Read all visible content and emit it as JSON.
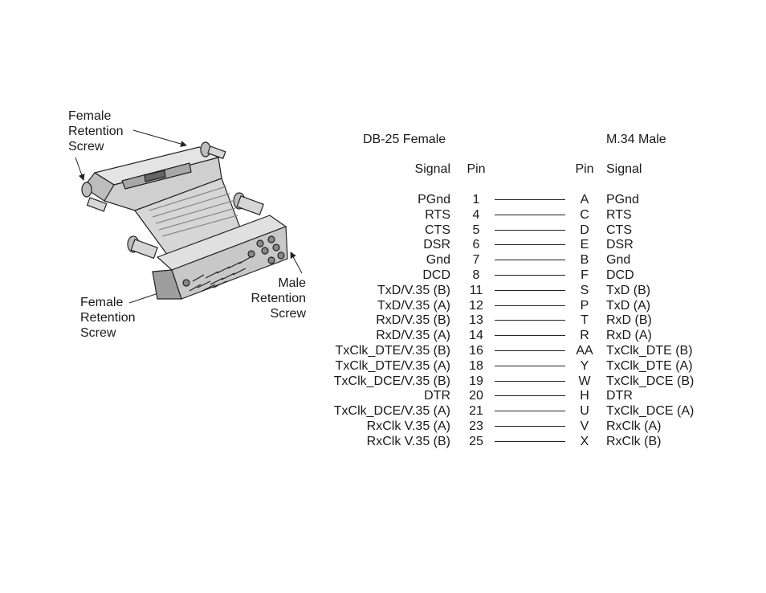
{
  "callouts": {
    "female_top": [
      "Female",
      "Retention",
      "Screw"
    ],
    "male": [
      "Male",
      "Retention",
      "Screw"
    ],
    "female_bottom": [
      "Female",
      "Retention",
      "Screw"
    ]
  },
  "table": {
    "left_title": "DB-25 Female",
    "right_title": "M.34 Male",
    "left_signal_header": "Signal",
    "left_pin_header": "Pin",
    "right_pin_header": "Pin",
    "right_signal_header": "Signal",
    "rows": [
      {
        "left_signal": "PGnd",
        "left_pin": "1",
        "right_pin": "A",
        "right_signal": "PGnd"
      },
      {
        "left_signal": "RTS",
        "left_pin": "4",
        "right_pin": "C",
        "right_signal": "RTS"
      },
      {
        "left_signal": "CTS",
        "left_pin": "5",
        "right_pin": "D",
        "right_signal": "CTS"
      },
      {
        "left_signal": "DSR",
        "left_pin": "6",
        "right_pin": "E",
        "right_signal": "DSR"
      },
      {
        "left_signal": "Gnd",
        "left_pin": "7",
        "right_pin": "B",
        "right_signal": "Gnd"
      },
      {
        "left_signal": "DCD",
        "left_pin": "8",
        "right_pin": "F",
        "right_signal": "DCD"
      },
      {
        "left_signal": "TxD/V.35 (B)",
        "left_pin": "11",
        "right_pin": "S",
        "right_signal": "TxD (B)"
      },
      {
        "left_signal": "TxD/V.35 (A)",
        "left_pin": "12",
        "right_pin": "P",
        "right_signal": "TxD (A)"
      },
      {
        "left_signal": "RxD/V.35 (B)",
        "left_pin": "13",
        "right_pin": "T",
        "right_signal": "RxD (B)"
      },
      {
        "left_signal": "RxD/V.35 (A)",
        "left_pin": "14",
        "right_pin": "R",
        "right_signal": "RxD (A)"
      },
      {
        "left_signal": "TxClk_DTE/V.35 (B)",
        "left_pin": "16",
        "right_pin": "AA",
        "right_signal": "TxClk_DTE (B)"
      },
      {
        "left_signal": "TxClk_DTE/V.35 (A)",
        "left_pin": "18",
        "right_pin": "Y",
        "right_signal": "TxClk_DTE (A)"
      },
      {
        "left_signal": "TxClk_DCE/V.35 (B)",
        "left_pin": "19",
        "right_pin": "W",
        "right_signal": "TxClk_DCE (B)"
      },
      {
        "left_signal": "DTR",
        "left_pin": "20",
        "right_pin": "H",
        "right_signal": "DTR"
      },
      {
        "left_signal": "TxClk_DCE/V.35 (A)",
        "left_pin": "21",
        "right_pin": "U",
        "right_signal": "TxClk_DCE (A)"
      },
      {
        "left_signal": "RxClk V.35 (A)",
        "left_pin": "23",
        "right_pin": "V",
        "right_signal": "RxClk (A)"
      },
      {
        "left_signal": "RxClk V.35 (B)",
        "left_pin": "25",
        "right_pin": "X",
        "right_signal": "RxClk (B)"
      }
    ]
  },
  "colors": {
    "body_fill": "#d6d6d6",
    "dark_fill": "#9a9a9a",
    "outline": "#222222"
  }
}
